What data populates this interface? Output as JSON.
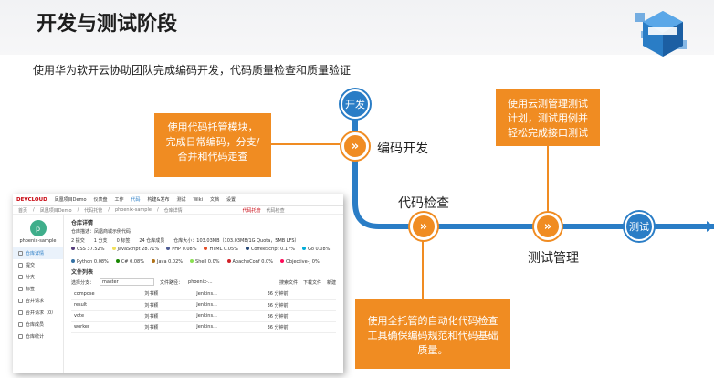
{
  "page": {
    "title": "开发与测试阶段",
    "subtitle": "使用华为软开云协助团队完成编码开发，代码质量检查和质量验证"
  },
  "flow": {
    "start_node": "开发",
    "end_node": "测试",
    "steps": [
      {
        "label": "编码开发",
        "icon": "double-chevron-down-icon"
      },
      {
        "label": "代码检查",
        "icon": "double-chevron-right-icon"
      },
      {
        "label": "测试管理",
        "icon": "double-chevron-right-icon"
      }
    ]
  },
  "notes": {
    "coding": "使用代码托管模块，完成日常编码，分支/合并和代码走查",
    "testing": "使用云测管理测试计划，测试用例并轻松完成接口测试",
    "checking": "使用全托管的自动化代码检查工具确保编码规范和代码基础质量。"
  },
  "screenshot": {
    "brand": "DEVCLOUD",
    "project": "凤凰项目Demo",
    "nav": [
      "仪表盘",
      "工作",
      "代码",
      "构建&发布",
      "测试",
      "Wiki",
      "文档",
      "设置"
    ],
    "breadcrumb": [
      "首页",
      "凤凰项目Demo",
      "代码托管",
      "phoenix-sample",
      "仓库详情"
    ],
    "tabs": [
      "代码托管",
      "代码检查"
    ],
    "repo_name": "phoenix-sample",
    "avatar_letter": "p",
    "menu": [
      "仓库详情",
      "提交",
      "分支",
      "标签",
      "合并请求",
      "合并请求（0）",
      "仓库成员",
      "仓库统计"
    ],
    "detail_title": "仓库详情",
    "description": "仓库描述：凤凰商城示例代码",
    "stats": [
      "2 提交",
      "1 分支",
      "0 标签",
      "24 仓库成员",
      "仓库大小：103.03MB（103.03MB/1G Quota，5MB LFS）"
    ],
    "languages": [
      {
        "name": "CSS 37.52%",
        "color": "#563d7c"
      },
      {
        "name": "JavaScript 28.71%",
        "color": "#f1e05a"
      },
      {
        "name": "PHP 0.08%",
        "color": "#4f5d95"
      },
      {
        "name": "HTML 0.05%",
        "color": "#e34c26"
      },
      {
        "name": "CoffeeScript 0.17%",
        "color": "#244776"
      },
      {
        "name": "Go 0.08%",
        "color": "#00add8"
      },
      {
        "name": "Python 0.08%",
        "color": "#3572a5"
      },
      {
        "name": "C# 0.08%",
        "color": "#178600"
      },
      {
        "name": "Java 0.02%",
        "color": "#b07219"
      },
      {
        "name": "Shell 0.0%",
        "color": "#89e051"
      },
      {
        "name": "ApacheConf 0.0%",
        "color": "#d12127"
      },
      {
        "name": "Objective-J 0%",
        "color": "#ff0c5a"
      }
    ],
    "file_list_title": "文件列表",
    "branch_label": "选择分支：",
    "branch_value": "master",
    "path_label": "文件路径：",
    "path_value": "phoenix-...",
    "actions": [
      "搜索文件",
      "下载文件",
      "新建"
    ],
    "files": [
      {
        "name": "compose",
        "author": "刘书颖",
        "msg": "Jenkins...",
        "time": "36 分钟前"
      },
      {
        "name": "result",
        "author": "刘书颖",
        "msg": "Jenkins...",
        "time": "36 分钟前"
      },
      {
        "name": "vote",
        "author": "刘书颖",
        "msg": "Jenkins...",
        "time": "36 分钟前"
      },
      {
        "name": "worker",
        "author": "刘书颖",
        "msg": "Jenkins...",
        "time": "36 分钟前"
      }
    ]
  },
  "colors": {
    "accent_blue": "#2a7dc6",
    "accent_orange": "#f08c22"
  }
}
